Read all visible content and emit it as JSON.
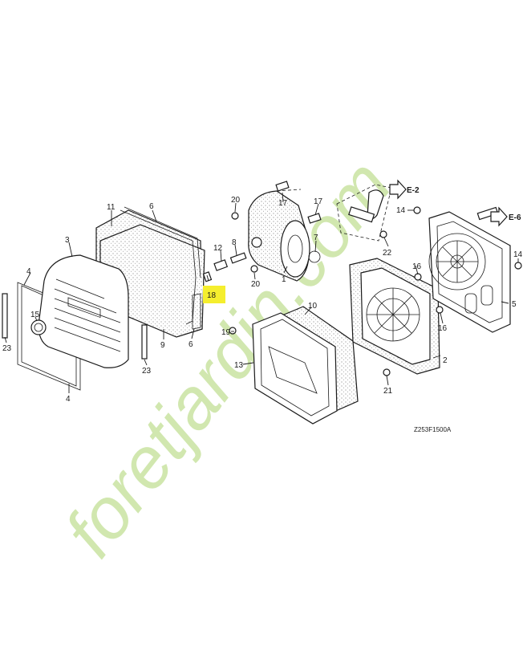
{
  "diagram": {
    "figure_code": "Z253F1500A",
    "watermark": "foretjardin.com",
    "highlighted_part": "18",
    "highlight_color": "#f5ee2e",
    "watermark_color": "#c9e3a2",
    "arrows": [
      "E-2",
      "E-6"
    ],
    "callouts": [
      "1",
      "2",
      "3",
      "4",
      "4",
      "4",
      "5",
      "6",
      "6",
      "7",
      "8",
      "9",
      "10",
      "11",
      "12",
      "13",
      "14",
      "14",
      "15",
      "16",
      "16",
      "17",
      "17",
      "18",
      "19",
      "20",
      "20",
      "20",
      "21",
      "22",
      "23",
      "23"
    ]
  }
}
